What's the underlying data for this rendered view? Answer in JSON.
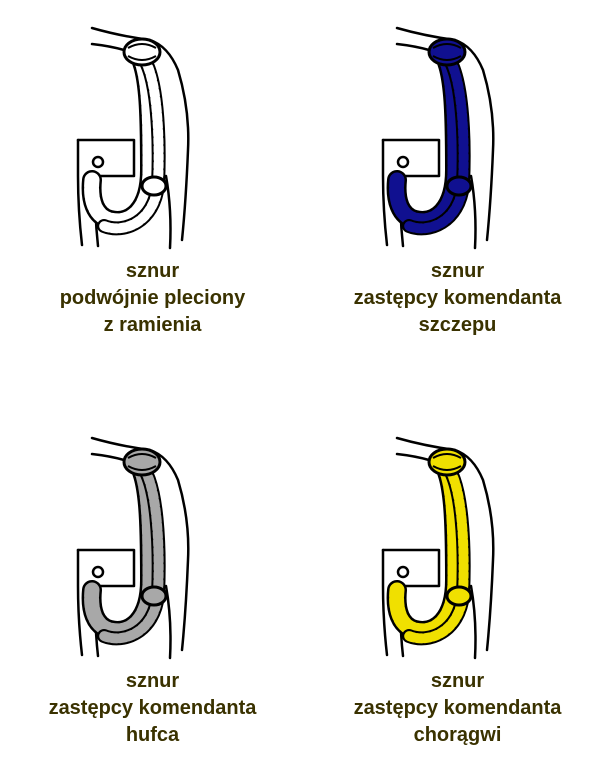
{
  "panels": [
    {
      "id": "double-braided",
      "cord_color": "#ffffff",
      "caption": [
        "sznur",
        "podwójnie pleciony",
        "z ramienia"
      ]
    },
    {
      "id": "deputy-troop-leader",
      "cord_color": "#101090",
      "caption": [
        "sznur",
        "zastępcy komendanta",
        "szczepu"
      ]
    },
    {
      "id": "deputy-district-leader",
      "cord_color": "#a8a8a8",
      "caption": [
        "sznur",
        "zastępcy komendanta",
        "hufca"
      ]
    },
    {
      "id": "deputy-region-leader",
      "cord_color": "#f0e000",
      "caption": [
        "sznur",
        "zastępcy komendanta",
        "chorągwi"
      ]
    }
  ]
}
